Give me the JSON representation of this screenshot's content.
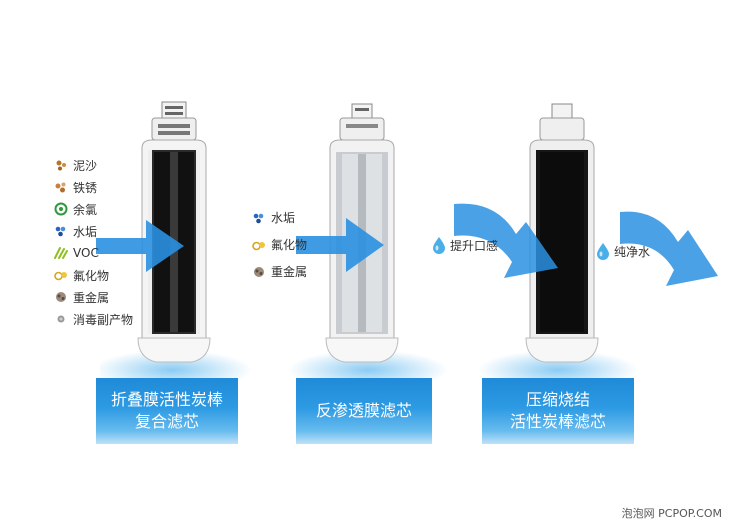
{
  "legend_stage1": [
    {
      "icon": "silt-icon",
      "label": "泥沙"
    },
    {
      "icon": "rust-icon",
      "label": "铁锈"
    },
    {
      "icon": "chlorine-icon",
      "label": "余氯"
    },
    {
      "icon": "scale-icon",
      "label": "水垢"
    },
    {
      "icon": "voc-icon",
      "label": "VOC"
    },
    {
      "icon": "fluoride-icon",
      "label": "氟化物"
    },
    {
      "icon": "heavy-metal-icon",
      "label": "重金属"
    },
    {
      "icon": "disinfection-byproduct-icon",
      "label": "消毒副产物"
    }
  ],
  "legend_stage2": [
    {
      "icon": "scale-icon",
      "label": "水垢"
    },
    {
      "icon": "fluoride-icon",
      "label": "氟化物"
    },
    {
      "icon": "heavy-metal-icon",
      "label": "重金属"
    }
  ],
  "benefits": [
    {
      "icon": "water-drop-icon",
      "label": "提升口感"
    },
    {
      "icon": "water-drop-icon",
      "label": "纯净水"
    }
  ],
  "panels": [
    {
      "line1": "折叠膜活性炭棒",
      "line2": "复合滤芯"
    },
    {
      "line1": "反渗透膜滤芯",
      "line2": ""
    },
    {
      "line1": "压缩烧结",
      "line2": "活性炭棒滤芯"
    }
  ],
  "watermark": "泡泡网 PCPOP.COM",
  "colors": {
    "arrow": "#2a90e0",
    "panel": "#1f8ad8",
    "carbon": "#1a1a1a",
    "membrane": "#d5d9dd"
  }
}
